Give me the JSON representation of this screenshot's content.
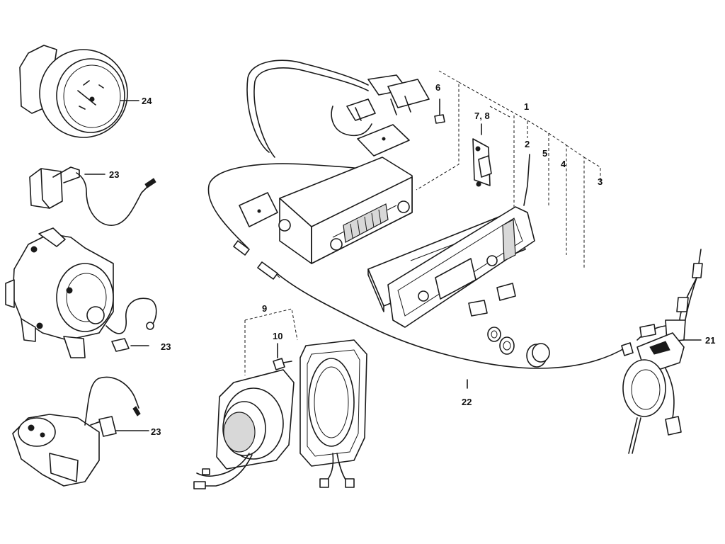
{
  "callouts": {
    "c1": "1",
    "c2": "2",
    "c3": "3",
    "c4": "4",
    "c5": "5",
    "c6": "6",
    "c78": "7, 8",
    "c9": "9",
    "c10": "10",
    "c21": "21",
    "c22": "22",
    "c23a": "23",
    "c23b": "23",
    "c23c": "23",
    "c24": "24"
  }
}
